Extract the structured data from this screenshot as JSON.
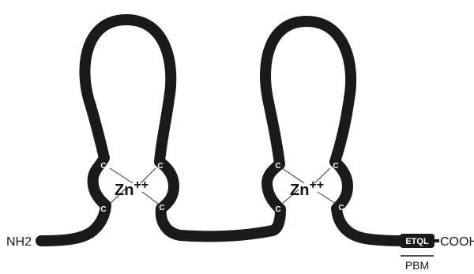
{
  "termini": {
    "n_terminus": "NH2",
    "c_terminus": "COOH"
  },
  "motif": {
    "sequence": "ETQL",
    "name": "PBM"
  },
  "zinc_fingers": [
    {
      "ion": "Zn",
      "charge": "++",
      "residues": [
        "C",
        "C",
        "C",
        "C"
      ]
    },
    {
      "ion": "Zn",
      "charge": "++",
      "residues": [
        "C",
        "C",
        "C",
        "C"
      ]
    }
  ],
  "colors": {
    "strand": "#1a1a1a",
    "background": "#ffffff",
    "residue_text": "#ffffff",
    "bond": "#333333"
  }
}
